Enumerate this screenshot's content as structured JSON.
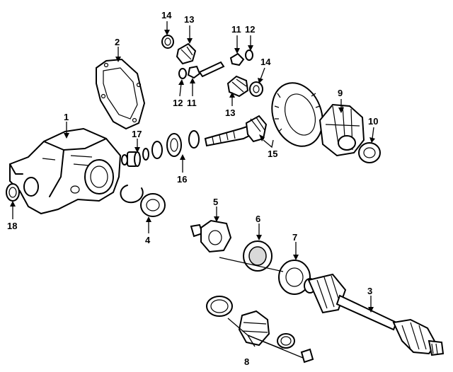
{
  "callouts": {
    "c1": "1",
    "c2": "2",
    "c3": "3",
    "c4": "4",
    "c5": "5",
    "c6": "6",
    "c7": "7",
    "c8": "8",
    "c9": "9",
    "c10": "10",
    "c11a": "11",
    "c11b": "11",
    "c12a": "12",
    "c12b": "12",
    "c13a": "13",
    "c13b": "13",
    "c14a": "14",
    "c14b": "14",
    "c15": "15",
    "c16": "16",
    "c17": "17",
    "c18": "18"
  }
}
